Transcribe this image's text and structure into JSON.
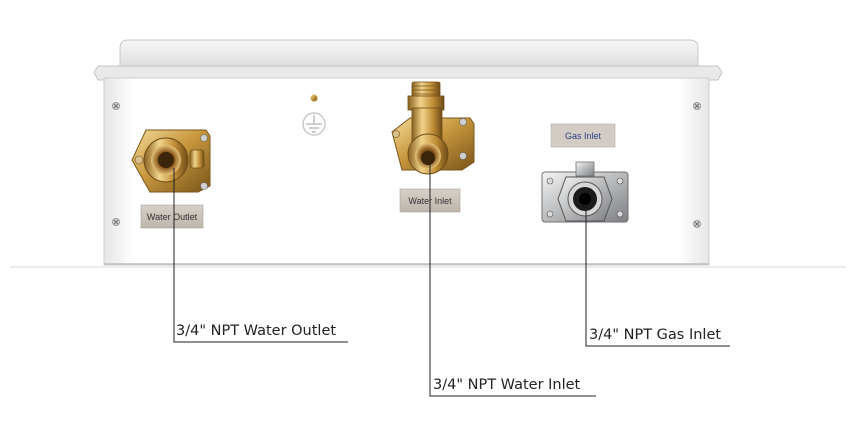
{
  "unit_labels": {
    "water_outlet": "Water Outlet",
    "water_inlet": "Water Inlet",
    "gas_inlet": "Gas Inlet"
  },
  "callouts": {
    "water_outlet": "3/4\" NPT Water Outlet",
    "water_inlet": "3/4\" NPT Water Inlet",
    "gas_inlet": "3/4\" NPT Gas Inlet"
  },
  "colors": {
    "body": "#ffffff",
    "brass": "#c9983f",
    "steel": "#b7b9bb",
    "label_plate": "#c9c3bb",
    "gas_label_text": "#2e3f86",
    "callout_line": "#222222"
  },
  "icons": {
    "ground": "ground-symbol-icon",
    "screw": "screw-icon"
  }
}
